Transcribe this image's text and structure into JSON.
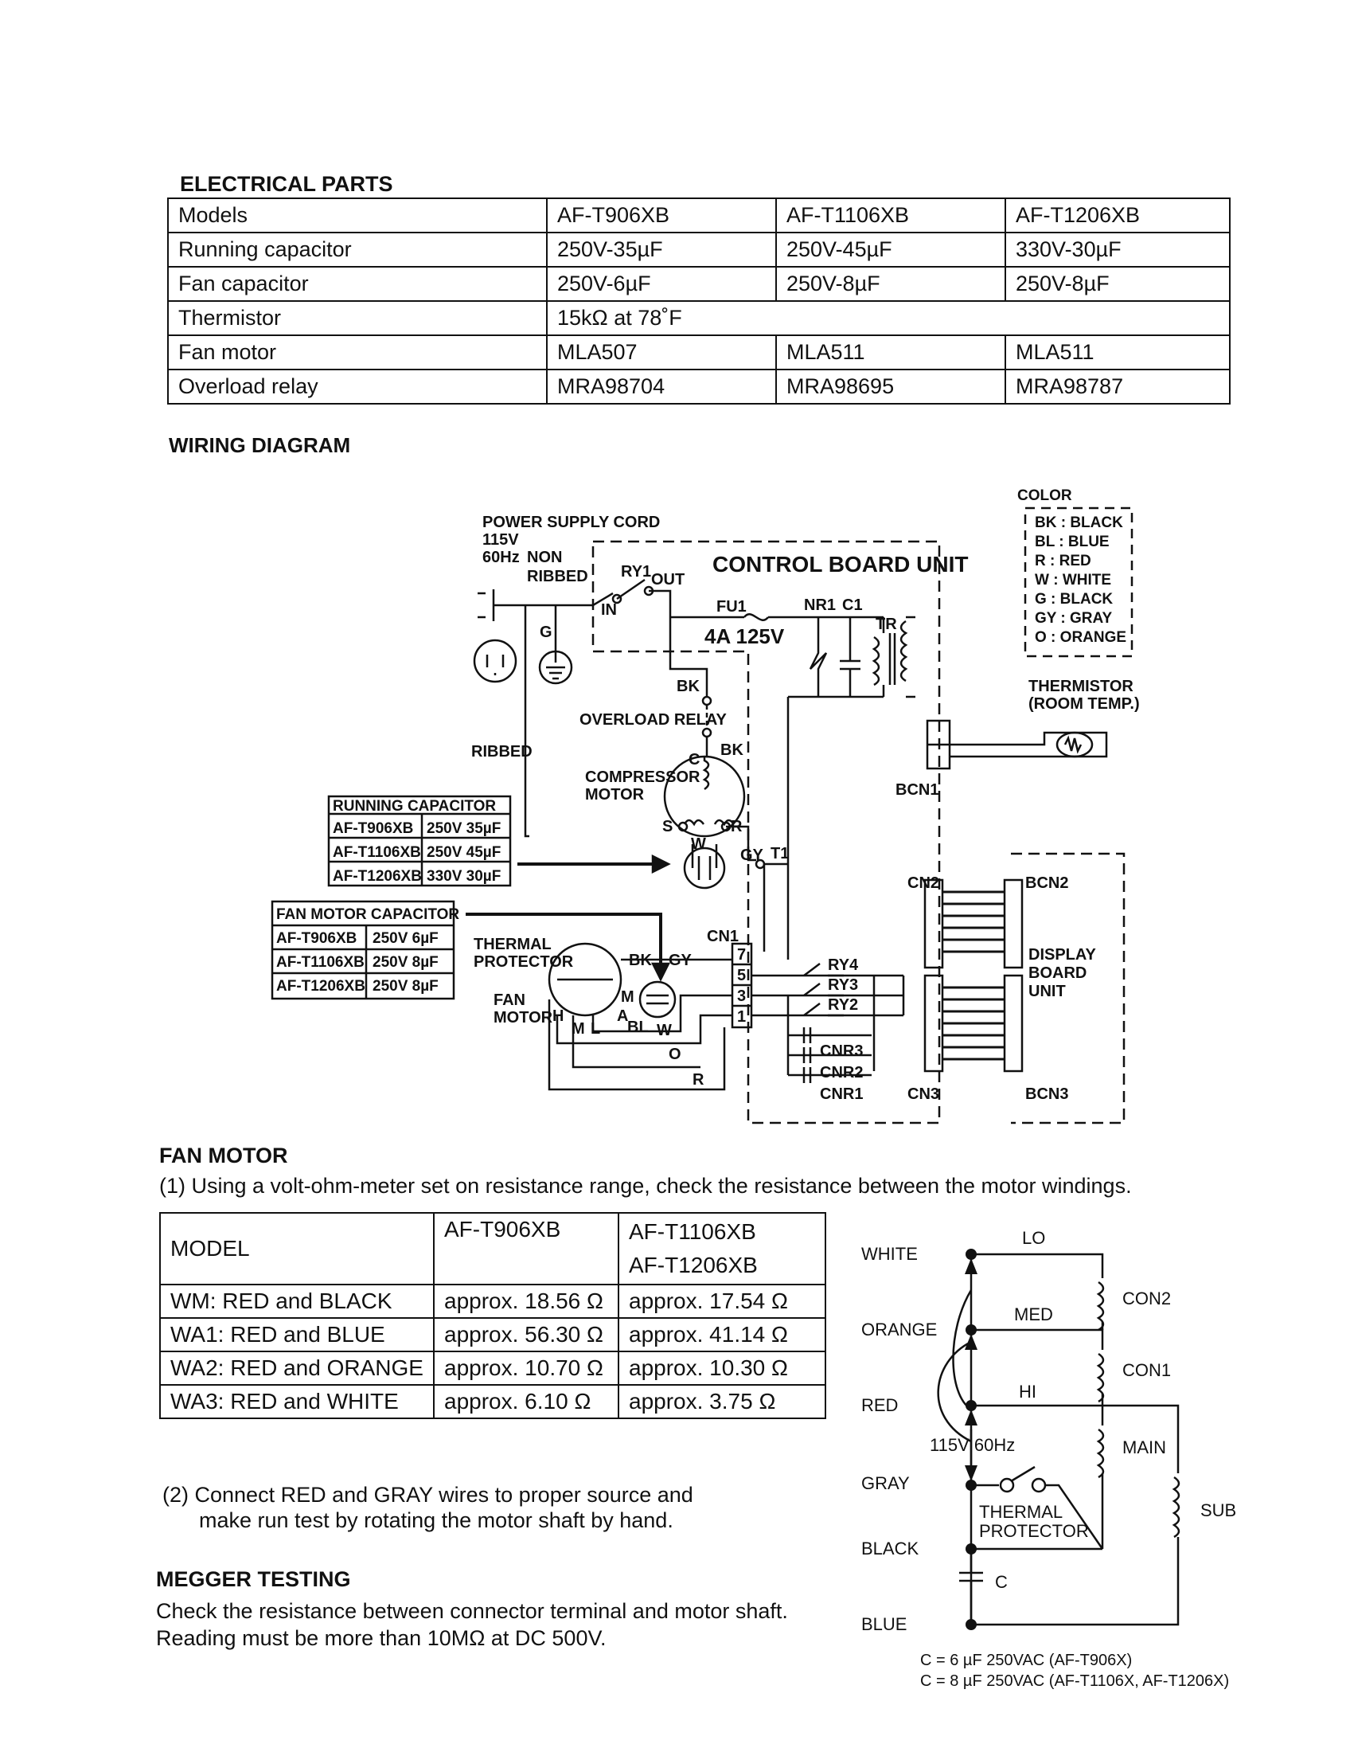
{
  "electrical_parts": {
    "title": "ELECTRICAL PARTS",
    "header": [
      "Models",
      "AF-T906XB",
      "AF-T1106XB",
      "AF-T1206XB"
    ],
    "rows": [
      {
        "label": "Running capacitor",
        "values": [
          "250V-35µF",
          "250V-45µF",
          "330V-30µF"
        ]
      },
      {
        "label": "Fan capacitor",
        "values": [
          "250V-6µF",
          "250V-8µF",
          "250V-8µF"
        ]
      },
      {
        "label": "Thermistor",
        "merged": "15kΩ at 78˚F"
      },
      {
        "label": "Fan motor",
        "values": [
          "MLA507",
          "MLA511",
          "MLA511"
        ]
      },
      {
        "label": "Overload relay",
        "values": [
          "MRA98704",
          "MRA98695",
          "MRA98787"
        ]
      }
    ]
  },
  "wiring": {
    "title": "WIRING DIAGRAM",
    "power_cord": [
      "POWER SUPPLY CORD",
      "115V",
      "60Hz"
    ],
    "non_ribbed": [
      "NON",
      "RIBBED"
    ],
    "ribbed": "RIBBED",
    "g": "G",
    "ry1": "RY1",
    "in": "IN",
    "out": "OUT",
    "control_board": "CONTROL BOARD UNIT",
    "fu1": "FU1",
    "fuse_rating": "4A 125V",
    "nr1": "NR1",
    "c1": "C1",
    "tr": "TR",
    "bk": "BK",
    "overload_relay": "OVERLOAD RELAY",
    "c": "C",
    "compressor_motor": [
      "COMPRESSOR",
      "MOTOR"
    ],
    "s": "S",
    "r": "R",
    "w": "W",
    "gy": "GY",
    "t1": "T1",
    "thermistor": [
      "THERMISTOR",
      "(ROOM TEMP.)"
    ],
    "bcn1": "BCN1",
    "cn2": "CN2",
    "bcn2": "BCN2",
    "cn3": "CN3",
    "bcn3": "BCN3",
    "cn1": "CN1",
    "display_board": [
      "DISPLAY",
      "BOARD",
      "UNIT"
    ],
    "thermal_protector": [
      "THERMAL",
      "PROTECTOR"
    ],
    "fan_motor": [
      "FAN",
      "MOTOR"
    ],
    "h": "H",
    "m": "M",
    "l": "L",
    "a": "A",
    "bl": "BL",
    "o": "O",
    "pins": [
      "7",
      "5",
      "3",
      "1"
    ],
    "ry4": "RY4",
    "ry3": "RY3",
    "ry2": "RY2",
    "cnr3": "CNR3",
    "cnr2": "CNR2",
    "cnr1": "CNR1",
    "color_legend": {
      "title": "COLOR",
      "items": [
        "BK : BLACK",
        "BL : BLUE",
        "R : RED",
        "W : WHITE",
        "G : BLACK",
        "GY : GRAY",
        "O : ORANGE"
      ]
    },
    "running_capacitor_table": {
      "title": "RUNNING CAPACITOR",
      "rows": [
        [
          "AF-T906XB",
          "250V 35µF"
        ],
        [
          "AF-T1106XB",
          "250V 45µF"
        ],
        [
          "AF-T1206XB",
          "330V 30µF"
        ]
      ]
    },
    "fan_capacitor_table": {
      "title": "FAN MOTOR CAPACITOR",
      "rows": [
        [
          "AF-T906XB",
          "250V 6µF"
        ],
        [
          "AF-T1106XB",
          "250V 8µF"
        ],
        [
          "AF-T1206XB",
          "250V 8µF"
        ]
      ]
    }
  },
  "fan_motor": {
    "title": "FAN MOTOR",
    "step1": "(1) Using a volt-ohm-meter set on resistance range, check the resistance between the motor windings.",
    "table": {
      "header": [
        "MODEL",
        "AF-T906XB",
        "AF-T1106XB",
        "AF-T1206XB"
      ],
      "rows": [
        [
          "WM: RED and BLACK",
          "approx. 18.56 Ω",
          "approx. 17.54 Ω"
        ],
        [
          "WA1: RED and BLUE",
          "approx. 56.30 Ω",
          "approx. 41.14 Ω"
        ],
        [
          "WA2: RED and ORANGE",
          "approx. 10.70 Ω",
          "approx. 10.30 Ω"
        ],
        [
          "WA3: RED and WHITE",
          "approx. 6.10 Ω",
          "approx. 3.75 Ω"
        ]
      ]
    },
    "step2_line1": "(2) Connect RED and GRAY wires to proper source and",
    "step2_line2": "make run test by rotating the motor shaft by hand."
  },
  "megger": {
    "title": "MEGGER TESTING",
    "line1": "Check the resistance between connector terminal and motor shaft.",
    "line2": "Reading must be more than 10MΩ at DC 500V."
  },
  "winding_diagram": {
    "wires": [
      "WHITE",
      "ORANGE",
      "RED",
      "GRAY",
      "BLACK",
      "BLUE"
    ],
    "speeds": [
      "LO",
      "MED",
      "HI"
    ],
    "coils": [
      "CON2",
      "CON1",
      "MAIN",
      "SUB"
    ],
    "source": "115V 60Hz",
    "thermal_protector": [
      "THERMAL",
      "PROTECTOR"
    ],
    "cap": "C",
    "note1": "C = 6 µF 250VAC (AF-T906X)",
    "note2": "C = 8 µF 250VAC (AF-T1106X, AF-T1206X)"
  }
}
